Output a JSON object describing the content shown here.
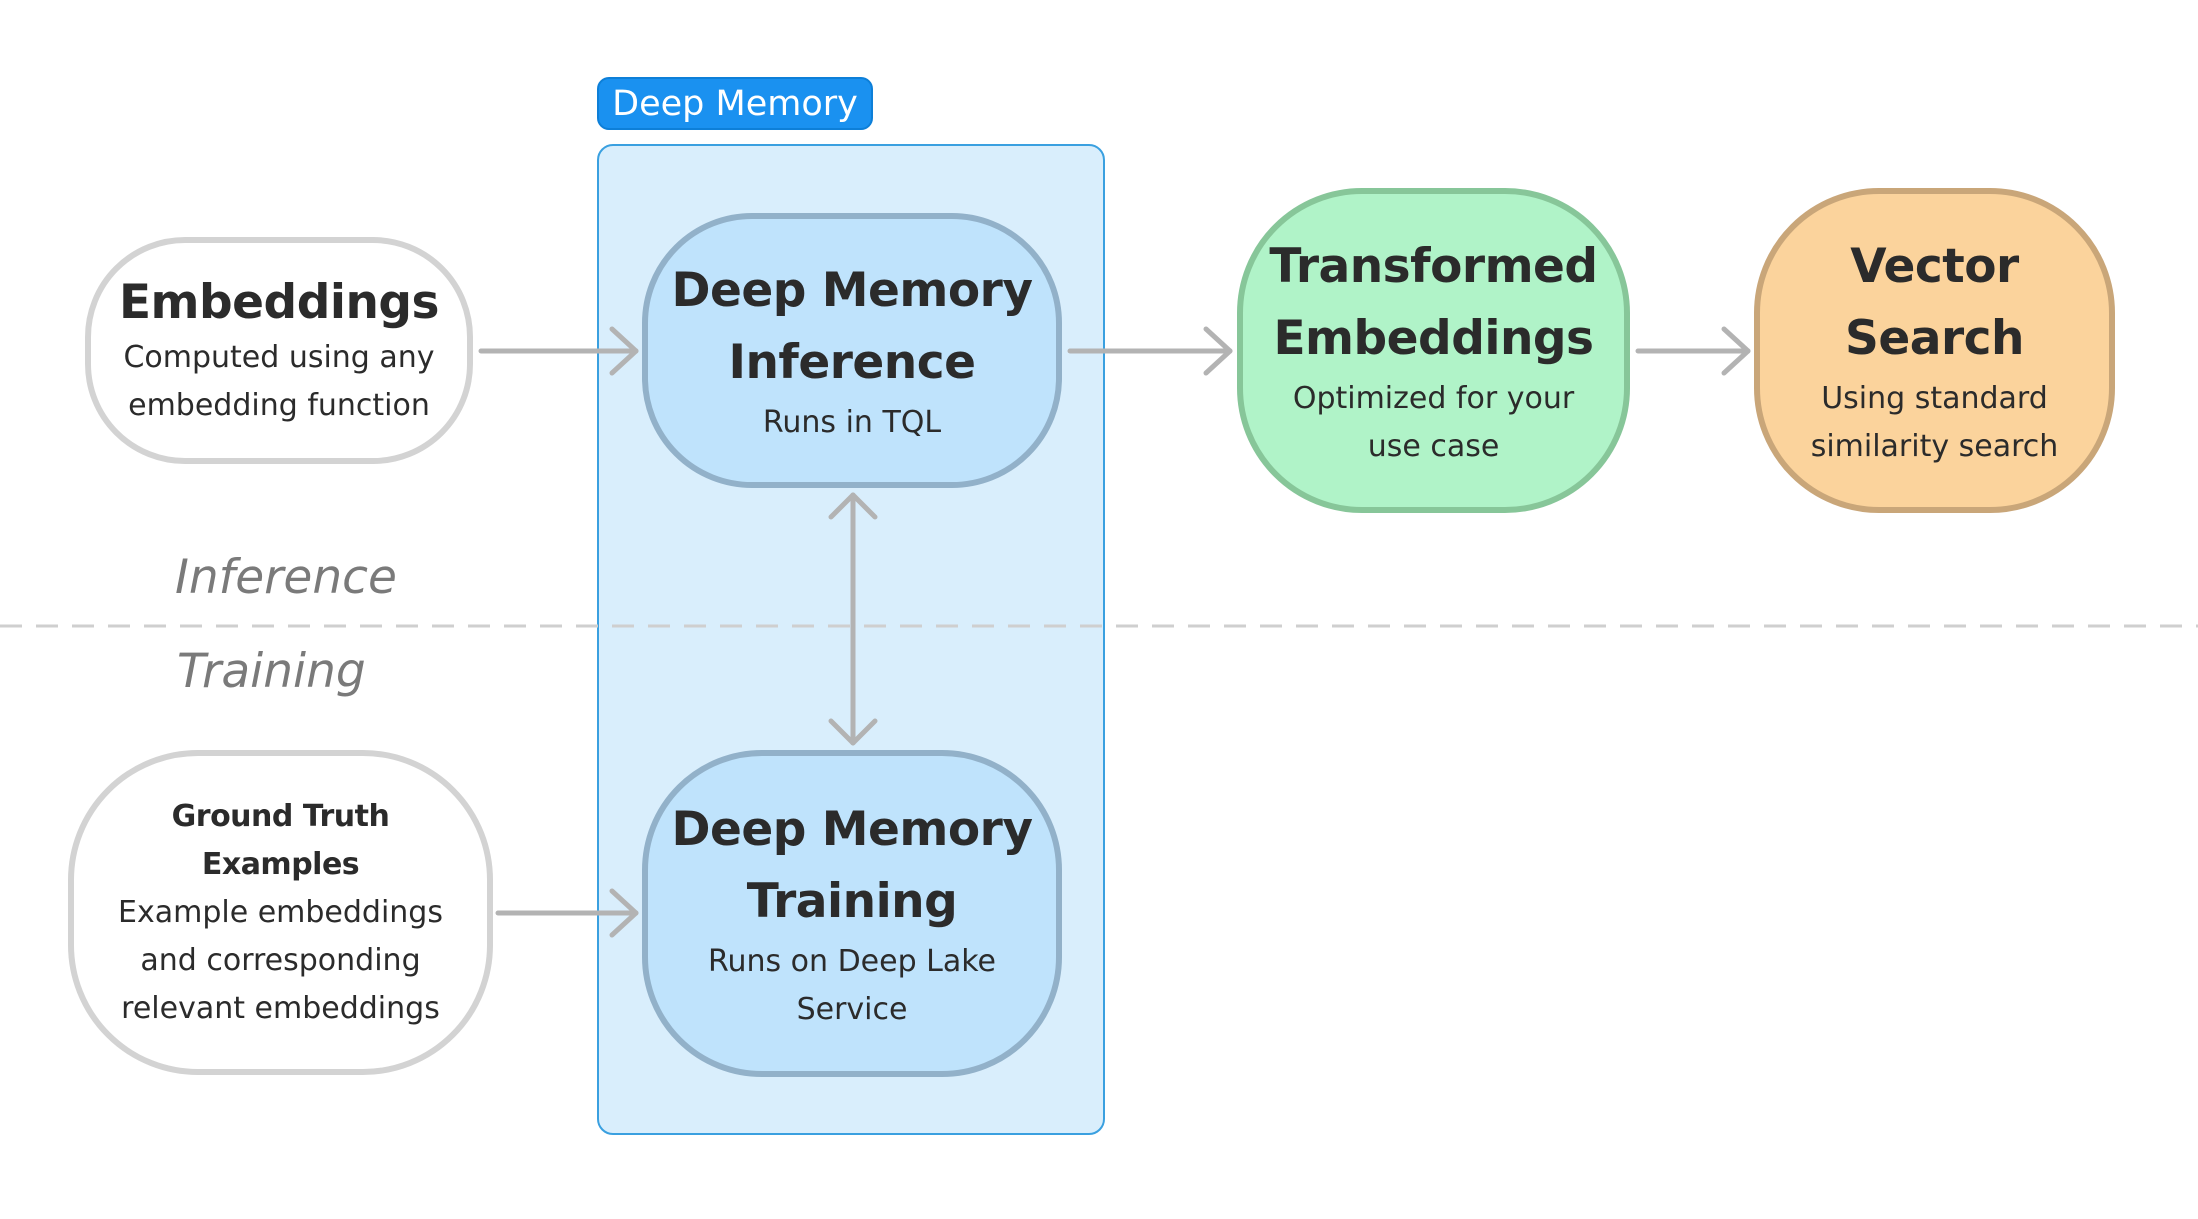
{
  "group": {
    "label": "Deep Memory"
  },
  "nodes": {
    "embeddings": {
      "title": "Embeddings",
      "sub1": "Computed using any",
      "sub2": "embedding function"
    },
    "inference": {
      "title1": "Deep Memory",
      "title2": "Inference",
      "sub1": "Runs in TQL"
    },
    "transformed": {
      "title1": "Transformed",
      "title2": "Embeddings",
      "sub1": "Optimized for your",
      "sub2": "use case"
    },
    "vector_search": {
      "title1": "Vector",
      "title2": "Search",
      "sub1": "Using standard",
      "sub2": "similarity search"
    },
    "ground_truth": {
      "title1": "Ground Truth",
      "title2": "Examples",
      "sub1": "Example embeddings",
      "sub2": "and corresponding",
      "sub3": "relevant embeddings"
    },
    "training": {
      "title1": "Deep Memory",
      "title2": "Training",
      "sub1": "Runs on Deep Lake",
      "sub2": "Service"
    }
  },
  "sections": {
    "inference": "Inference",
    "training": "Training"
  },
  "colors": {
    "group_tab": "#1a91f0",
    "group_panel": "#d9eefc",
    "deep_memory_node": "#bfe3fc",
    "transformed_node": "#b0f3c8",
    "vector_node": "#fbd39c",
    "connector": "#b3b3b3",
    "divider": "#cfcfcf"
  }
}
